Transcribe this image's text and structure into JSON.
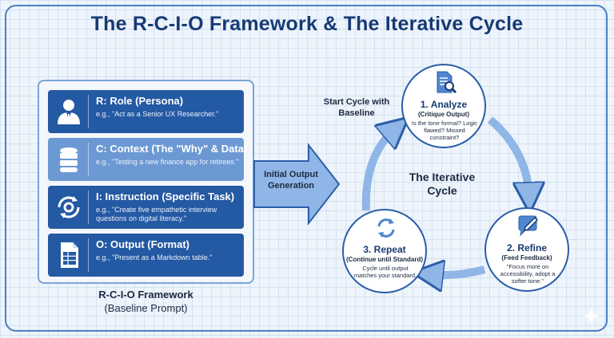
{
  "title": "The R-C-I-O Framework & The Iterative Cycle",
  "framework": {
    "cards": [
      {
        "heading": "R: Role (Persona)",
        "example": "e.g., \"Act as a Senior UX Researcher.\"",
        "icon": "person-icon"
      },
      {
        "heading": "C: Context (The \"Why\" & Data)",
        "example": "e.g., \"Testing a new finance app for retirees.\"",
        "icon": "database-icon"
      },
      {
        "heading": "I: Instruction (Specific Task)",
        "example": "e.g., \"Create five empathetic interview questions on digital literacy.\"",
        "icon": "gear-cycle-icon"
      },
      {
        "heading": "O: Output (Format)",
        "example": "e.g., \"Present as a Markdown table.\"",
        "icon": "spreadsheet-icon"
      }
    ],
    "caption_title": "R-C-I-O Framework",
    "caption_subtitle": "(Baseline Prompt)"
  },
  "arrow_label": "Initial Output Generation",
  "start_label": "Start Cycle with Baseline",
  "cycle": {
    "center_label": "The Iterative Cycle",
    "nodes": [
      {
        "title": "1. Analyze",
        "subtitle": "(Critique Output)",
        "desc": "Is the tone formal? Logic flawed? Missed constraint?",
        "icon": "document-search-icon"
      },
      {
        "title": "2. Refine",
        "subtitle": "(Feed Feedback)",
        "desc": "\"Focus more on accessibility, adopt a softer tone.\"",
        "icon": "speech-pencil-icon"
      },
      {
        "title": "3. Repeat",
        "subtitle": "(Continue until Standard)",
        "desc": "Cycle until output matches your standard.",
        "icon": "refresh-icon"
      }
    ]
  },
  "colors": {
    "title": "#163a75",
    "card_dark": "#2459a3",
    "card_light": "#6c99d3",
    "arrow": "#8fb6e6",
    "arrow_stroke": "#2b5ea8"
  }
}
